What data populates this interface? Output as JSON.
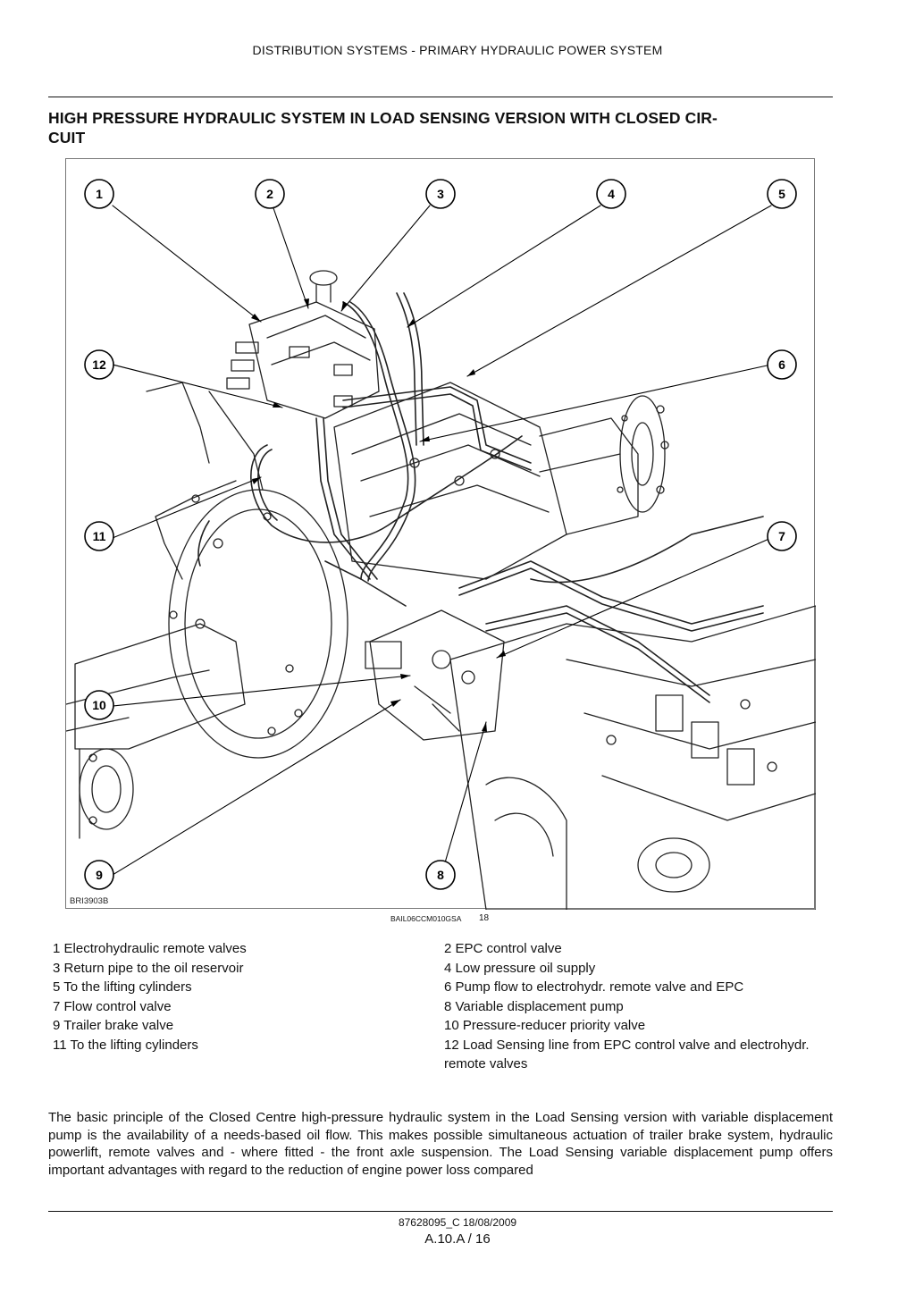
{
  "header": {
    "running_title": "DISTRIBUTION SYSTEMS - PRIMARY HYDRAULIC POWER SYSTEM"
  },
  "section": {
    "title": "HIGH PRESSURE HYDRAULIC SYSTEM IN LOAD SENSING VERSION WITH CLOSED CIR-\nCUIT"
  },
  "figure": {
    "image_code": "BRI3903B",
    "reference": "BAIL06CCM010GSA",
    "number": "18",
    "callouts": [
      "1",
      "2",
      "3",
      "4",
      "5",
      "6",
      "7",
      "8",
      "9",
      "10",
      "11",
      "12"
    ]
  },
  "legend": [
    {
      "left": "1 Electrohydraulic remote valves",
      "right": "2 EPC control valve"
    },
    {
      "left": "3 Return pipe to the oil reservoir",
      "right": "4 Low pressure oil supply"
    },
    {
      "left": "5 To the lifting cylinders",
      "right": "6 Pump flow to electrohydr.  remote valve and EPC"
    },
    {
      "left": "7 Flow control valve",
      "right": "8 Variable displacement pump"
    },
    {
      "left": "9 Trailer brake valve",
      "right": "10 Pressure-reducer priority valve"
    },
    {
      "left": "11 To the lifting cylinders",
      "right": "12 Load Sensing line from EPC control valve and electrohydr.  remote valves"
    }
  ],
  "body": {
    "paragraph": "The basic principle of the Closed Centre high-pressure hydraulic system in the Load Sensing version with variable displacement pump is the availability of a needs-based oil flow.  This makes possible simultaneous actuation of trailer brake system, hydraulic powerlift, remote valves and - where fitted - the front axle suspension.  The Load Sensing variable displacement pump offers important advantages with regard to the reduction of engine power loss compared"
  },
  "footer": {
    "doc_ref": "87628095_C 18/08/2009",
    "page": "A.10.A / 16"
  }
}
